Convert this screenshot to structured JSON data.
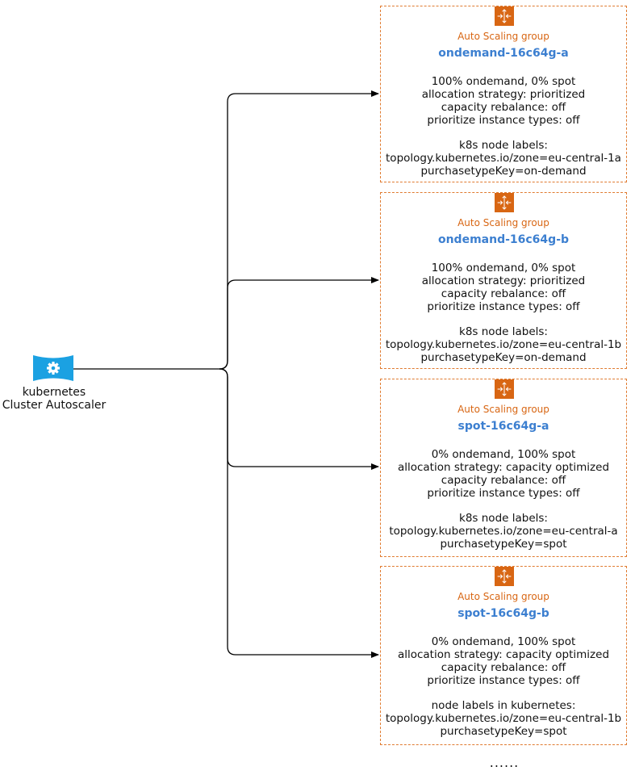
{
  "source": {
    "icon": "kubernetes-gear-icon",
    "label_line1": "kubernetes",
    "label_line2": "Cluster Autoscaler",
    "color": "#1ba1e2"
  },
  "asg_icon": "auto-scaling-group-icon",
  "colors": {
    "asg_accent": "#d86613",
    "asg_border": "#e07b30",
    "name": "#3c7fd0",
    "text": "#111111"
  },
  "groups": [
    {
      "type_label": "Auto Scaling group",
      "name": "ondemand-16c64g-a",
      "config": [
        "100% ondemand, 0% spot",
        "allocation strategy: prioritized",
        "capacity rebalance: off",
        "prioritize instance types: off"
      ],
      "labels_header": "k8s node labels:",
      "labels": [
        "topology.kubernetes.io/zone=eu-central-1a",
        "purchasetypeKey=on-demand"
      ]
    },
    {
      "type_label": "Auto Scaling group",
      "name": "ondemand-16c64g-b",
      "config": [
        "100% ondemand, 0% spot",
        "allocation strategy: prioritized",
        "capacity rebalance: off",
        "prioritize instance types: off"
      ],
      "labels_header": "k8s node labels:",
      "labels": [
        "topology.kubernetes.io/zone=eu-central-1b",
        "purchasetypeKey=on-demand"
      ]
    },
    {
      "type_label": "Auto Scaling group",
      "name": "spot-16c64g-a",
      "config": [
        "0% ondemand, 100% spot",
        "allocation strategy: capacity optimized",
        "capacity rebalance: off",
        "prioritize instance types: off"
      ],
      "labels_header": "k8s node labels:",
      "labels": [
        "topology.kubernetes.io/zone=eu-central-a",
        "purchasetypeKey=spot"
      ]
    },
    {
      "type_label": "Auto Scaling group",
      "name": "spot-16c64g-b",
      "config": [
        "0% ondemand, 100% spot",
        "allocation strategy: capacity optimized",
        "capacity rebalance: off",
        "prioritize instance types: off"
      ],
      "labels_header": "node labels in kubernetes:",
      "labels": [
        "topology.kubernetes.io/zone=eu-central-1b",
        "purchasetypeKey=spot"
      ]
    }
  ],
  "ellipsis": "......"
}
